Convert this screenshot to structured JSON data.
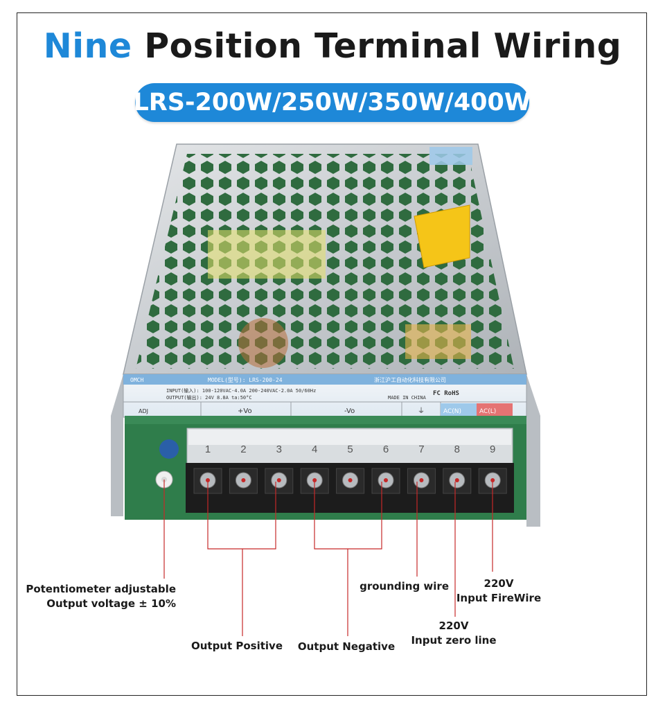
{
  "title": {
    "accent": "Nine",
    "rest": "Position Terminal Wiring"
  },
  "model_range": "LRS-200W/250W/350W/400W",
  "device_label": {
    "brand": "OMCH",
    "model": "MODEL(型号): LRS-200-24",
    "maker": "浙江沪工自动化科技有限公司",
    "input": "INPUT(输入): 100-120VAC-4.0A 200-240VAC-2.0A 50/60Hz",
    "output": "OUTPUT(输出): 24V 8.8A ta:50°C",
    "made_in": "MADE IN CHINA",
    "cert": "FC RoHS",
    "terminals": [
      "+Vo",
      "-Vo",
      "⏚",
      "AC(N)",
      "AC(L)"
    ],
    "adj": "ADJ"
  },
  "terminal_numbers": [
    "1",
    "2",
    "3",
    "4",
    "5",
    "6",
    "7",
    "8",
    "9"
  ],
  "annotations": {
    "potentiometer_line1": "Potentiometer adjustable",
    "potentiometer_line2": "Output voltage ± 10%",
    "output_positive": "Output Positive",
    "output_negative": "Output Negative",
    "grounding": "grounding wire",
    "zero_v": "220V",
    "zero_label": "Input zero line",
    "fire_v": "220V",
    "fire_label": "Input FireWire"
  },
  "colors": {
    "accent": "#1e88d8",
    "leader_line": "#c62828",
    "pcb": "#2e7d4a",
    "metal": "#c9cdd0"
  }
}
